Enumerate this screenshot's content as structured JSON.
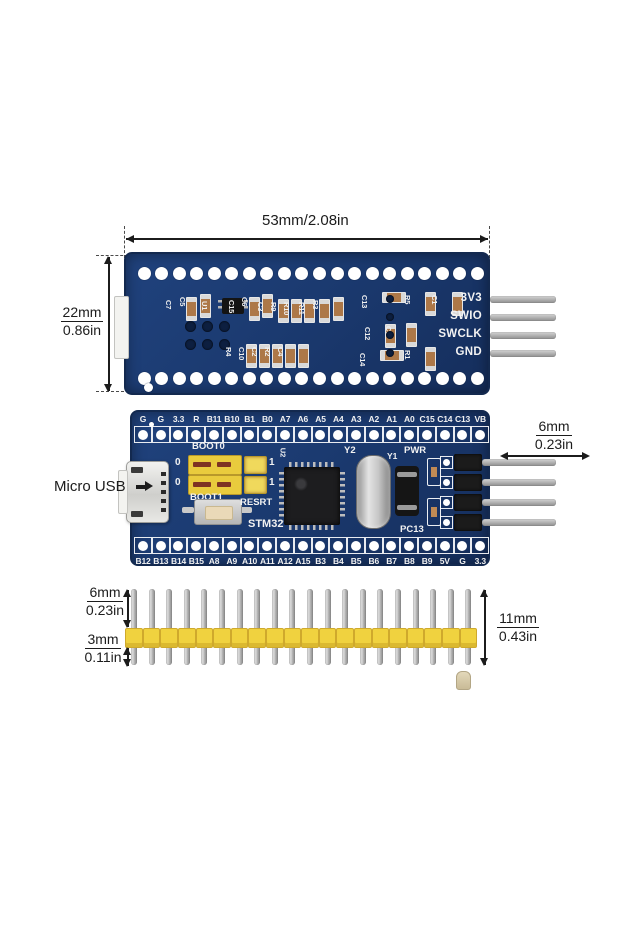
{
  "annotations": {
    "board_width": "53mm/2.08in",
    "board_height": {
      "mm": "22mm",
      "in": "0.86in"
    },
    "swd_pin_length": {
      "mm": "6mm",
      "in": "0.23in"
    },
    "strip_pin_top": {
      "mm": "6mm",
      "in": "0.23in"
    },
    "strip_pin_bottom": {
      "mm": "3mm",
      "in": "0.11in"
    },
    "strip_pin_total": {
      "mm": "11mm",
      "in": "0.43in"
    },
    "micro_usb": "Micro USB"
  },
  "back_board": {
    "swd_labels": [
      "3V3",
      "SWIO",
      "SWCLK",
      "GND"
    ],
    "component_labels": [
      "C7",
      "C5",
      "U1",
      "C15",
      "C6",
      "C3",
      "R9",
      "R10",
      "R11",
      "R3",
      "R4",
      "C10",
      "C2",
      "R2",
      "C4",
      "C13",
      "R5",
      "C1",
      "C12",
      "C9",
      "C14",
      "R1"
    ]
  },
  "front_board": {
    "top_pin_labels": [
      "G",
      "G",
      "3.3",
      "R",
      "B11",
      "B10",
      "B1",
      "B0",
      "A7",
      "A6",
      "A5",
      "A4",
      "A3",
      "A2",
      "A1",
      "A0",
      "C15",
      "C14",
      "C13",
      "VB"
    ],
    "bottom_pin_labels": [
      "B12",
      "B13",
      "B14",
      "B15",
      "A8",
      "A9",
      "A10",
      "A11",
      "A12",
      "A15",
      "B3",
      "B4",
      "B5",
      "B6",
      "B7",
      "B8",
      "B9",
      "5V",
      "G",
      "3.3"
    ],
    "silkscreen": {
      "boot0": "BOOT0",
      "boot1": "BOOT1",
      "reset": "RESRT",
      "mcu": "STM32*",
      "chip_ref": "U2",
      "y2": "Y2",
      "y1": "Y1",
      "pwr": "PWR",
      "pc13": "PC13",
      "jumper_zero": "0",
      "jumper_one": "1"
    }
  },
  "colors": {
    "background": "#ffffff",
    "board_blue": "#1d3c74",
    "board_edge": "#13294f",
    "silkscreen": "#f2f2f2",
    "hole_white": "#ffffff",
    "jumper_yellow": "#e9cb3d",
    "header_yellow": "#f0d23f",
    "pin_silver": "#b5b5b5",
    "header_black": "#1b1b1b",
    "chip_black": "#1d1d1f",
    "usb_silver": "#dcdcda",
    "dimension_ink": "#1c1c1c"
  }
}
